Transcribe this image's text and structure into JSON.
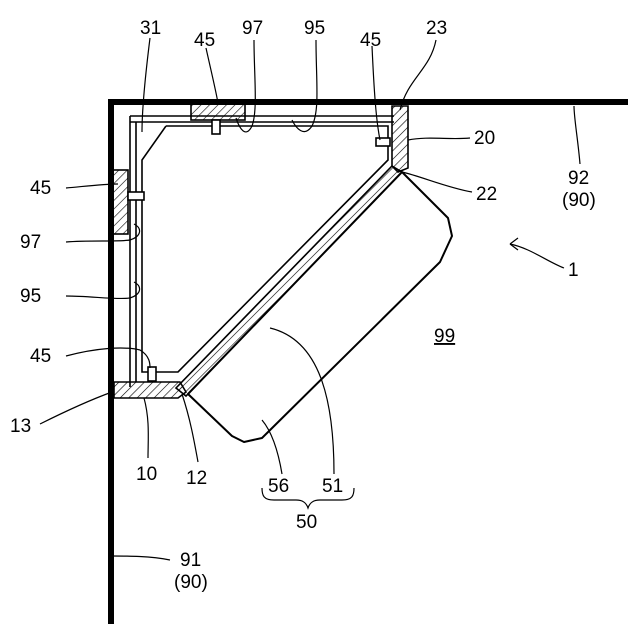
{
  "labels": {
    "l31": "31",
    "l45a": "45",
    "l97a": "97",
    "l95a": "95",
    "l45b": "45",
    "l23": "23",
    "l20": "20",
    "l22": "22",
    "l92": "92",
    "l90a": "(90)",
    "l1": "1",
    "l99": "99",
    "l45c": "45",
    "l97b": "97",
    "l95b": "95",
    "l45d": "45",
    "l13": "13",
    "l10": "10",
    "l12": "12",
    "l56": "56",
    "l51": "51",
    "l50": "50",
    "l91": "91",
    "l90b": "(90)"
  }
}
